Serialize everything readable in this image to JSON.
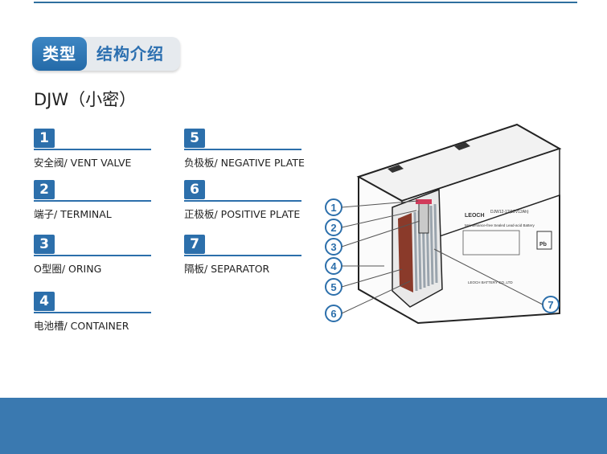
{
  "header": {
    "type_label": "类型",
    "structure_label": "结构介绍"
  },
  "model": "DJW（小密）",
  "parts": [
    {
      "num": "1",
      "label": "安全阀/ VENT VALVE"
    },
    {
      "num": "2",
      "label": "端子/ TERMINAL"
    },
    {
      "num": "3",
      "label": "O型圈/ ORING"
    },
    {
      "num": "4",
      "label": "电池槽/ CONTAINER"
    },
    {
      "num": "5",
      "label": "负极板/ NEGATIVE PLATE"
    },
    {
      "num": "6",
      "label": "正极板/ POSITIVE PLATE"
    },
    {
      "num": "7",
      "label": "隔板/ SEPARATOR"
    }
  ],
  "callouts": [
    "1",
    "2",
    "3",
    "4",
    "5",
    "6",
    "7"
  ],
  "battery_label": {
    "brand": "LEOCH",
    "model": "DJW12-12(12V12Ah)",
    "subtitle": "Maintenance-free Sealed Lead-acid Battery",
    "pb": "Pb",
    "footer": "LEOCH BATTERY CO.,LTD"
  },
  "colors": {
    "accent": "#2c6fab",
    "band": "#3a79b0"
  }
}
